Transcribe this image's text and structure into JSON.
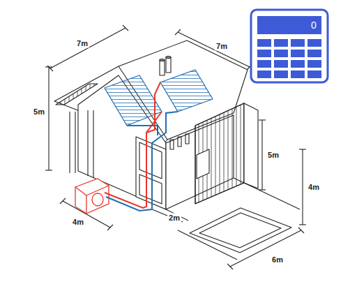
{
  "diagram": {
    "labels": [
      "7m",
      "7m",
      "5m",
      "5m",
      "4m",
      "2m",
      "4m",
      "6m",
      "0"
    ]
  }
}
